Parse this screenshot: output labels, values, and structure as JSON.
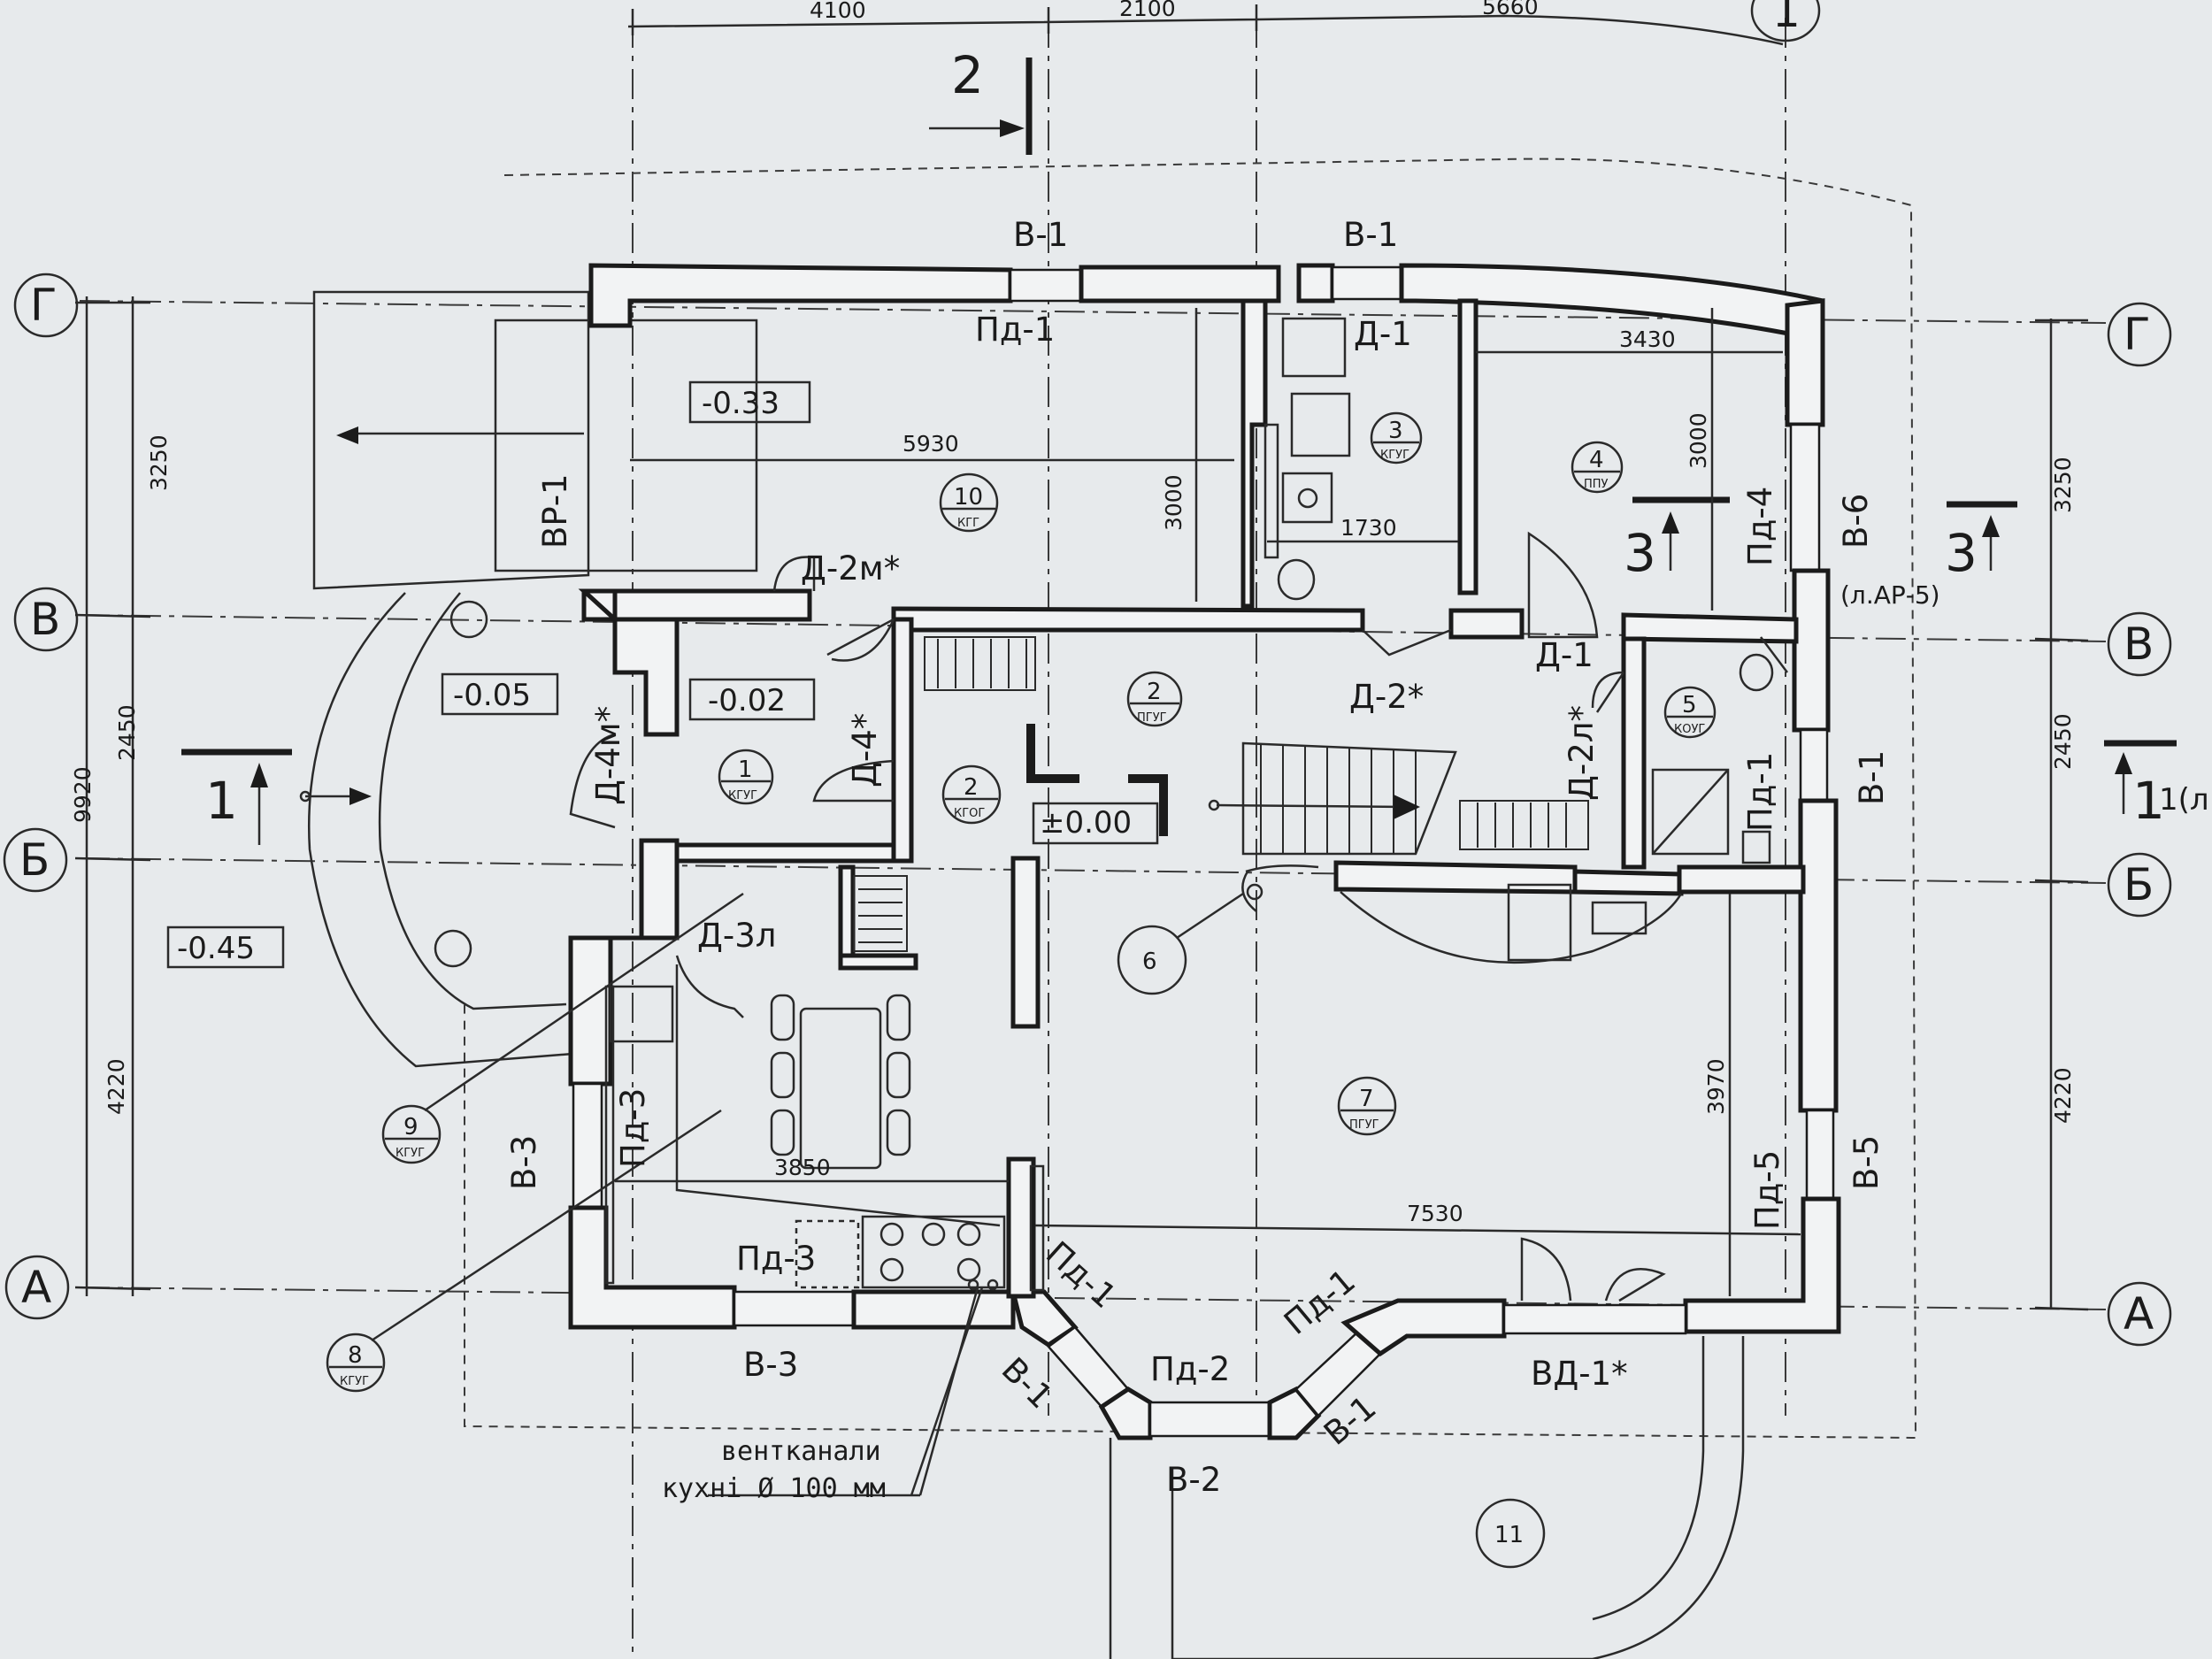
{
  "axes": {
    "rows": [
      "Г",
      "В",
      "Б",
      "А"
    ],
    "cols_top": [
      "1"
    ],
    "right_extra": "1(л"
  },
  "dimensions": {
    "top": [
      "4100",
      "2100",
      "5660"
    ],
    "left_total": "9920",
    "left_parts": [
      "3250",
      "2450",
      "4220"
    ],
    "right_parts": [
      "3250",
      "2450",
      "4220"
    ],
    "inner": [
      "5930",
      "3000",
      "1730",
      "3430",
      "3000",
      "3850",
      "7530",
      "3970"
    ]
  },
  "sections": {
    "top": "2",
    "left": "1",
    "right_top": "3",
    "right_mid": "3",
    "right_bottom": "1"
  },
  "levels": [
    "-0.33",
    "-0.05",
    "-0.02",
    "±0.00",
    "-0.45"
  ],
  "rooms": [
    {
      "num": "1",
      "code": "КГУГ"
    },
    {
      "num": "2",
      "code": "КГОГ"
    },
    {
      "num": "2",
      "code": "ПГУГ"
    },
    {
      "num": "3",
      "code": "КГУГ"
    },
    {
      "num": "4",
      "code": "ППУ"
    },
    {
      "num": "5",
      "code": "КОУГ"
    },
    {
      "num": "6",
      "code": ""
    },
    {
      "num": "7",
      "code": "ПГУГ"
    },
    {
      "num": "8",
      "code": "КГУГ"
    },
    {
      "num": "9",
      "code": "КГУГ"
    },
    {
      "num": "10",
      "code": "КГГ"
    },
    {
      "num": "11",
      "code": ""
    }
  ],
  "tags": {
    "windows": [
      "В-1",
      "В-1",
      "В-6",
      "В-1",
      "В-5",
      "В-3",
      "В-3",
      "В-1",
      "В-2",
      "В-1",
      "ВД-1*"
    ],
    "sills": [
      "Пд-1",
      "Пд-4",
      "Пд-1",
      "Пд-5",
      "Пд-3",
      "Пд-3",
      "Пд-1",
      "Пд-2",
      "Пд-1"
    ],
    "doors": [
      "Д-1",
      "Д-2м*",
      "Д-4м*",
      "Д-4*",
      "Д-2*",
      "Д-1",
      "Д-2л*",
      "Д-3л"
    ],
    "gate": "ВР-1",
    "ref": "(л.АР-5)"
  },
  "note": {
    "line1": "вентканали",
    "line2": "кухні Ø 100 мм"
  }
}
